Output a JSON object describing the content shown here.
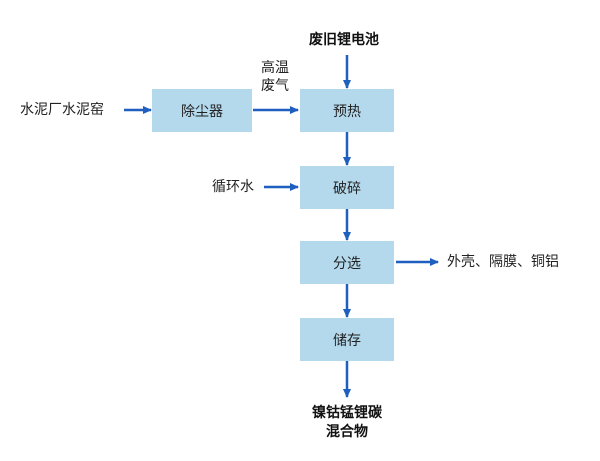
{
  "nodes": {
    "waste_battery": "废旧锂电池",
    "cement_kiln": "水泥厂水泥窑",
    "dust_remover": "除尘器",
    "hot_gas_line1": "高温",
    "hot_gas_line2": "废气",
    "preheat": "预热",
    "circulating_water": "循环水",
    "crush": "破碎",
    "sort": "分选",
    "byproducts": "外壳、隔膜、铜铝",
    "storage": "储存",
    "product_line1": "镍钴锰锂碳",
    "product_line2": "混合物"
  },
  "colors": {
    "box_fill": "#b4d8ec",
    "arrow": "#1f5fbf"
  }
}
